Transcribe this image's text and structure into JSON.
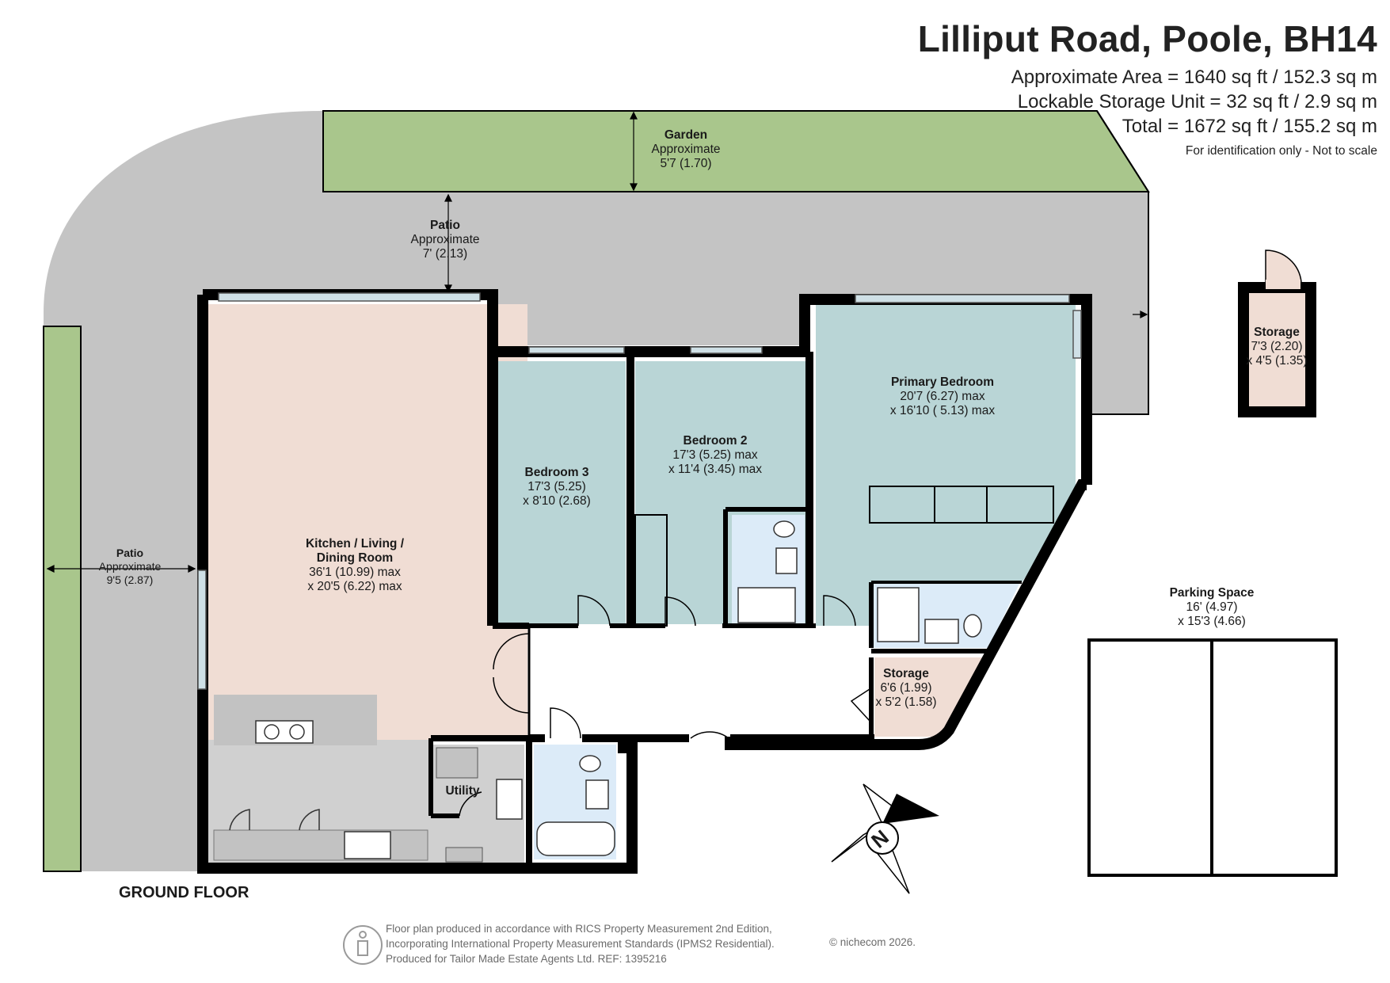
{
  "header": {
    "title": "Lilliput Road, Poole, BH14",
    "area_line": "Approximate Area = 1640 sq ft / 152.3 sq m",
    "storage_line": "Lockable Storage Unit = 32 sq ft / 2.9 sq m",
    "total_line": "Total = 1672 sq ft / 155.2 sq m",
    "note": "For identification only - Not to scale"
  },
  "rooms": {
    "garden": {
      "name": "Garden",
      "line1": "Approximate",
      "line2": "5'7 (1.70)"
    },
    "patio_top": {
      "name": "Patio",
      "line1": "Approximate",
      "line2": "7' (2.13)"
    },
    "patio_left": {
      "name": "Patio",
      "line1": "Approximate",
      "line2": "9'5 (2.87)"
    },
    "kitchen": {
      "name1": "Kitchen / Living /",
      "name2": "Dining Room",
      "line1": "36'1 (10.99) max",
      "line2": "x 20'5 (6.22) max"
    },
    "bedroom3": {
      "name": "Bedroom 3",
      "line1": "17'3 (5.25)",
      "line2": "x 8'10 (2.68)"
    },
    "bedroom2": {
      "name": "Bedroom 2",
      "line1": "17'3 (5.25) max",
      "line2": "x 11'4 (3.45) max"
    },
    "primary": {
      "name": "Primary Bedroom",
      "line1": "20'7 (6.27) max",
      "line2": "x 16'10 ( 5.13) max"
    },
    "storage_hall": {
      "name": "Storage",
      "line1": "6'6 (1.99)",
      "line2": "x 5'2 (1.58)"
    },
    "storage_unit": {
      "name": "Storage",
      "line1": "7'3 (2.20)",
      "line2": "x 4'5 (1.35)"
    },
    "utility": {
      "name": "Utility"
    },
    "parking": {
      "name": "Parking Space",
      "line1": "16' (4.97)",
      "line2": "x 15'3 (4.66)"
    }
  },
  "floor_label": "GROUND FLOOR",
  "footer": {
    "line1": "Floor plan produced in accordance with RICS Property Measurement 2nd Edition,",
    "line2": "Incorporating International Property Measurement Standards (IPMS2 Residential).",
    "line3": "Produced for Tailor Made Estate Agents Ltd.   REF:  1395216",
    "copyright": "© nichecom 2026."
  },
  "colors": {
    "patio": "#c4c4c4",
    "garden": "#a9c68c",
    "kitchen": "#f0ddd4",
    "bedroom": "#b9d5d6",
    "bathroom": "#dcebf8",
    "storage": "#f0ddd4",
    "counter": "#c7c7c7",
    "wall": "#000000",
    "window": "#cfe0e6"
  },
  "compass_letter": "N"
}
